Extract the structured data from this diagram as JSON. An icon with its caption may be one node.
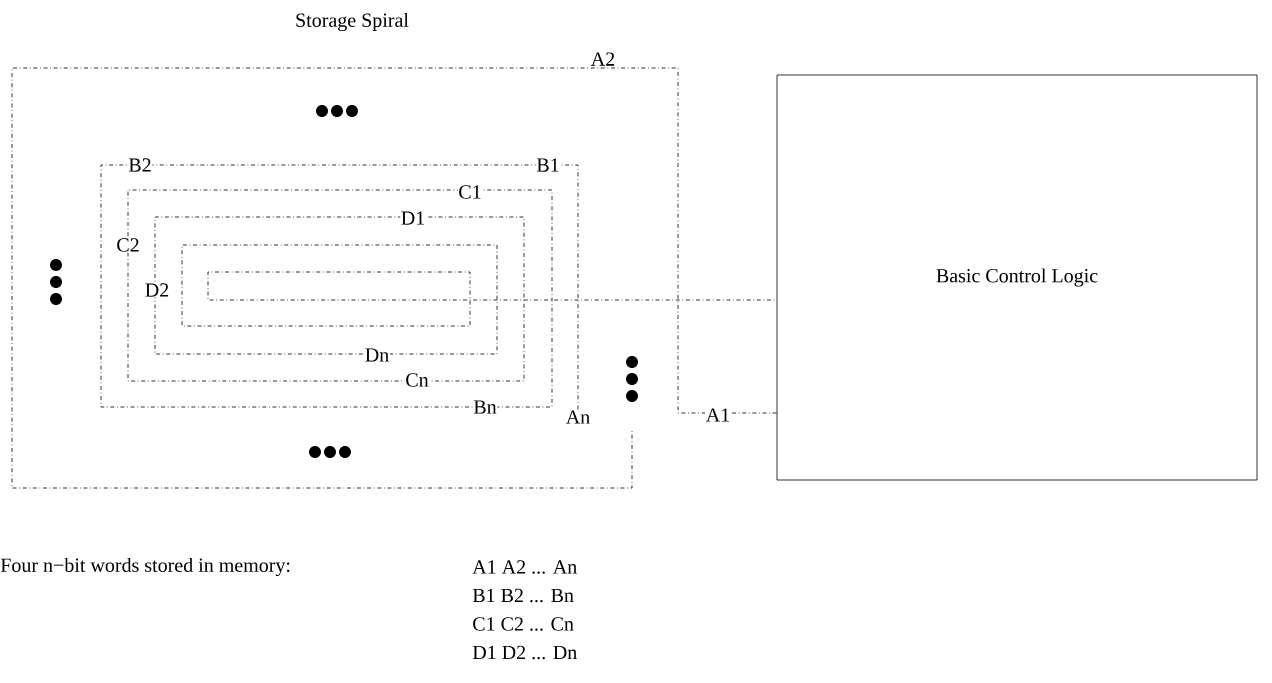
{
  "diagram": {
    "title": "Storage Spiral",
    "nodes": [
      {
        "text": [
          "Basic Control Logic"
        ]
      },
      {
        "text": [
          "An"
        ]
      }
    ],
    "edges": [
      {
        "from": 0,
        "to": null,
        "arrow": "none",
        "style": "dashed"
      },
      {
        "from": 1,
        "to": 0,
        "arrow": "none",
        "style": "dashed"
      }
    ],
    "labels": [
      "A2",
      "B2",
      "B1",
      "C1",
      "D1",
      "C2",
      "D2",
      "Dn",
      "Cn",
      "Bn",
      "A1",
      "Four n−bit words stored in memory:",
      "A1 A2 ... An",
      "B1 B2 ... Bn",
      "C1 C2 ... Cn",
      "D1 D2 ... Dn"
    ]
  }
}
